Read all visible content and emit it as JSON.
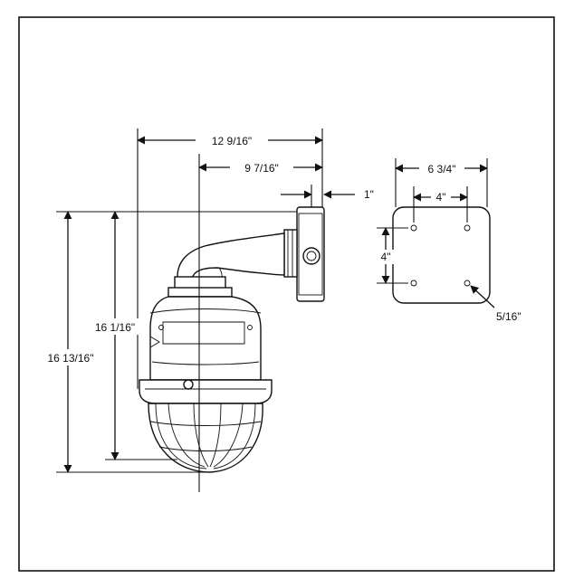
{
  "dimensions": {
    "overall_width": "12 9/16\"",
    "arm_reach": "9 7/16\"",
    "plate_thickness": "1\"",
    "overall_height": "16 13/16\"",
    "mount_height": "16 1/16\"",
    "plate_width": "6 3/4\"",
    "hole_spacing_h": "4\"",
    "hole_spacing_v": "4\"",
    "hole_diameter": "5/16\""
  },
  "colors": {
    "line": "#111111",
    "background": "#ffffff"
  }
}
